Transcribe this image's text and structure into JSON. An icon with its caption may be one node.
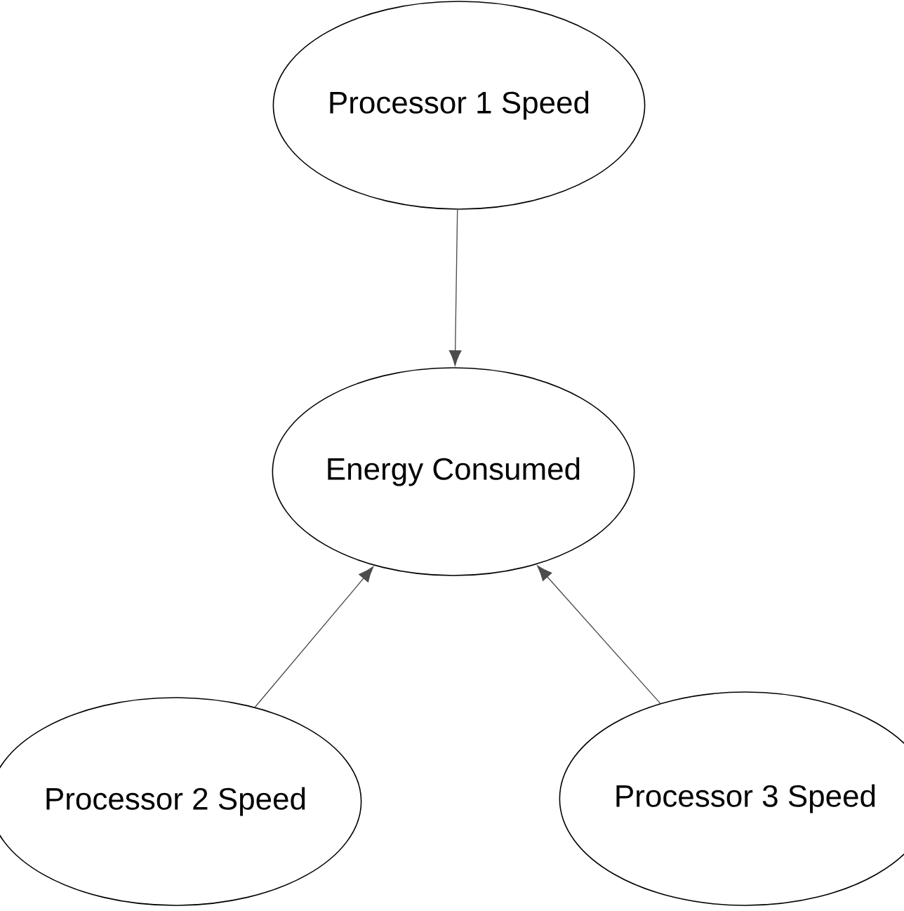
{
  "diagram": {
    "nodes": [
      {
        "text": [
          "Processor 1 Speed"
        ]
      },
      {
        "text": [
          "Energy Consumed"
        ]
      },
      {
        "text": [
          "Processor 2 Speed"
        ]
      },
      {
        "text": [
          "Processor 3 Speed"
        ]
      }
    ],
    "edges": [
      {
        "from": 0,
        "to": 1,
        "arrow": "to"
      },
      {
        "from": 2,
        "to": 1,
        "arrow": "to"
      },
      {
        "from": 3,
        "to": 1,
        "arrow": "to"
      }
    ]
  }
}
